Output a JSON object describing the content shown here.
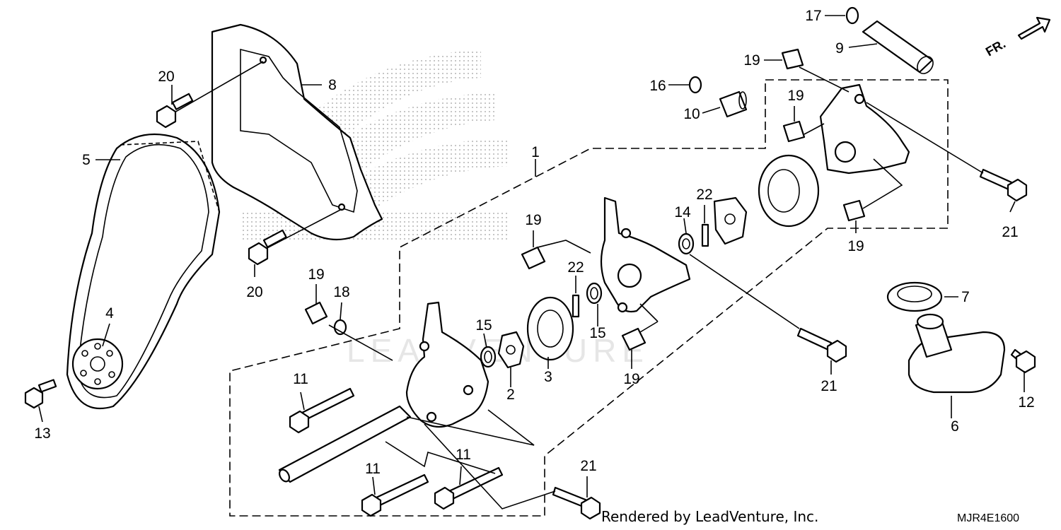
{
  "footer": {
    "rendered_by": "Rendered by LeadVenture, Inc.",
    "diagram_code": "MJR4E1600"
  },
  "watermark": "LEADVENTURE",
  "direction_arrow": "FR.",
  "callouts": {
    "c1": "1",
    "c2": "2",
    "c3": "3",
    "c4": "4",
    "c5": "5",
    "c6": "6",
    "c7": "7",
    "c8": "8",
    "c9": "9",
    "c10": "10",
    "c11a": "11",
    "c11b": "11",
    "c11c": "11",
    "c12": "12",
    "c13": "13",
    "c14": "14",
    "c15a": "15",
    "c15b": "15",
    "c16": "16",
    "c17": "17",
    "c18": "18",
    "c19a": "19",
    "c19b": "19",
    "c19c": "19",
    "c19d": "19",
    "c19e": "19",
    "c19f": "19",
    "c20a": "20",
    "c20b": "20",
    "c21a": "21",
    "c21b": "21",
    "c21c": "21",
    "c22a": "22",
    "c22b": "22"
  }
}
